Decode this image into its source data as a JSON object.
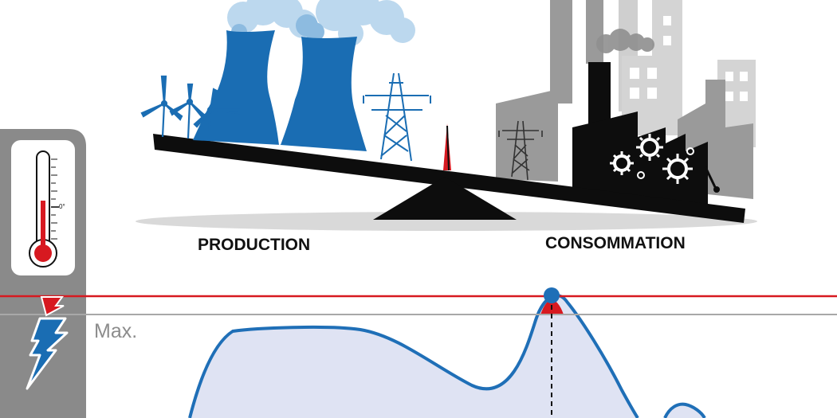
{
  "labels": {
    "production": "PRODUCTION",
    "consumption": "CONSOMMATION",
    "max": "Max.",
    "zero_degree": "0°"
  },
  "colors": {
    "blue": "#1a6db3",
    "light_blue": "#9cc4e4",
    "black": "#0d0d0d",
    "gray": "#9a9a9a",
    "dark_gray": "#6e6e6e",
    "red": "#d71920",
    "curve_fill": "#dfe3f3",
    "curve_stroke": "#1f6fb7",
    "sidebar_gray": "#8a8a8a"
  },
  "icons": [
    "wind-turbine-icon",
    "cooling-tower-icon",
    "power-pylon-icon",
    "factory-icon",
    "gear-icon",
    "thermometer-icon",
    "lightning-bolt-icon"
  ]
}
